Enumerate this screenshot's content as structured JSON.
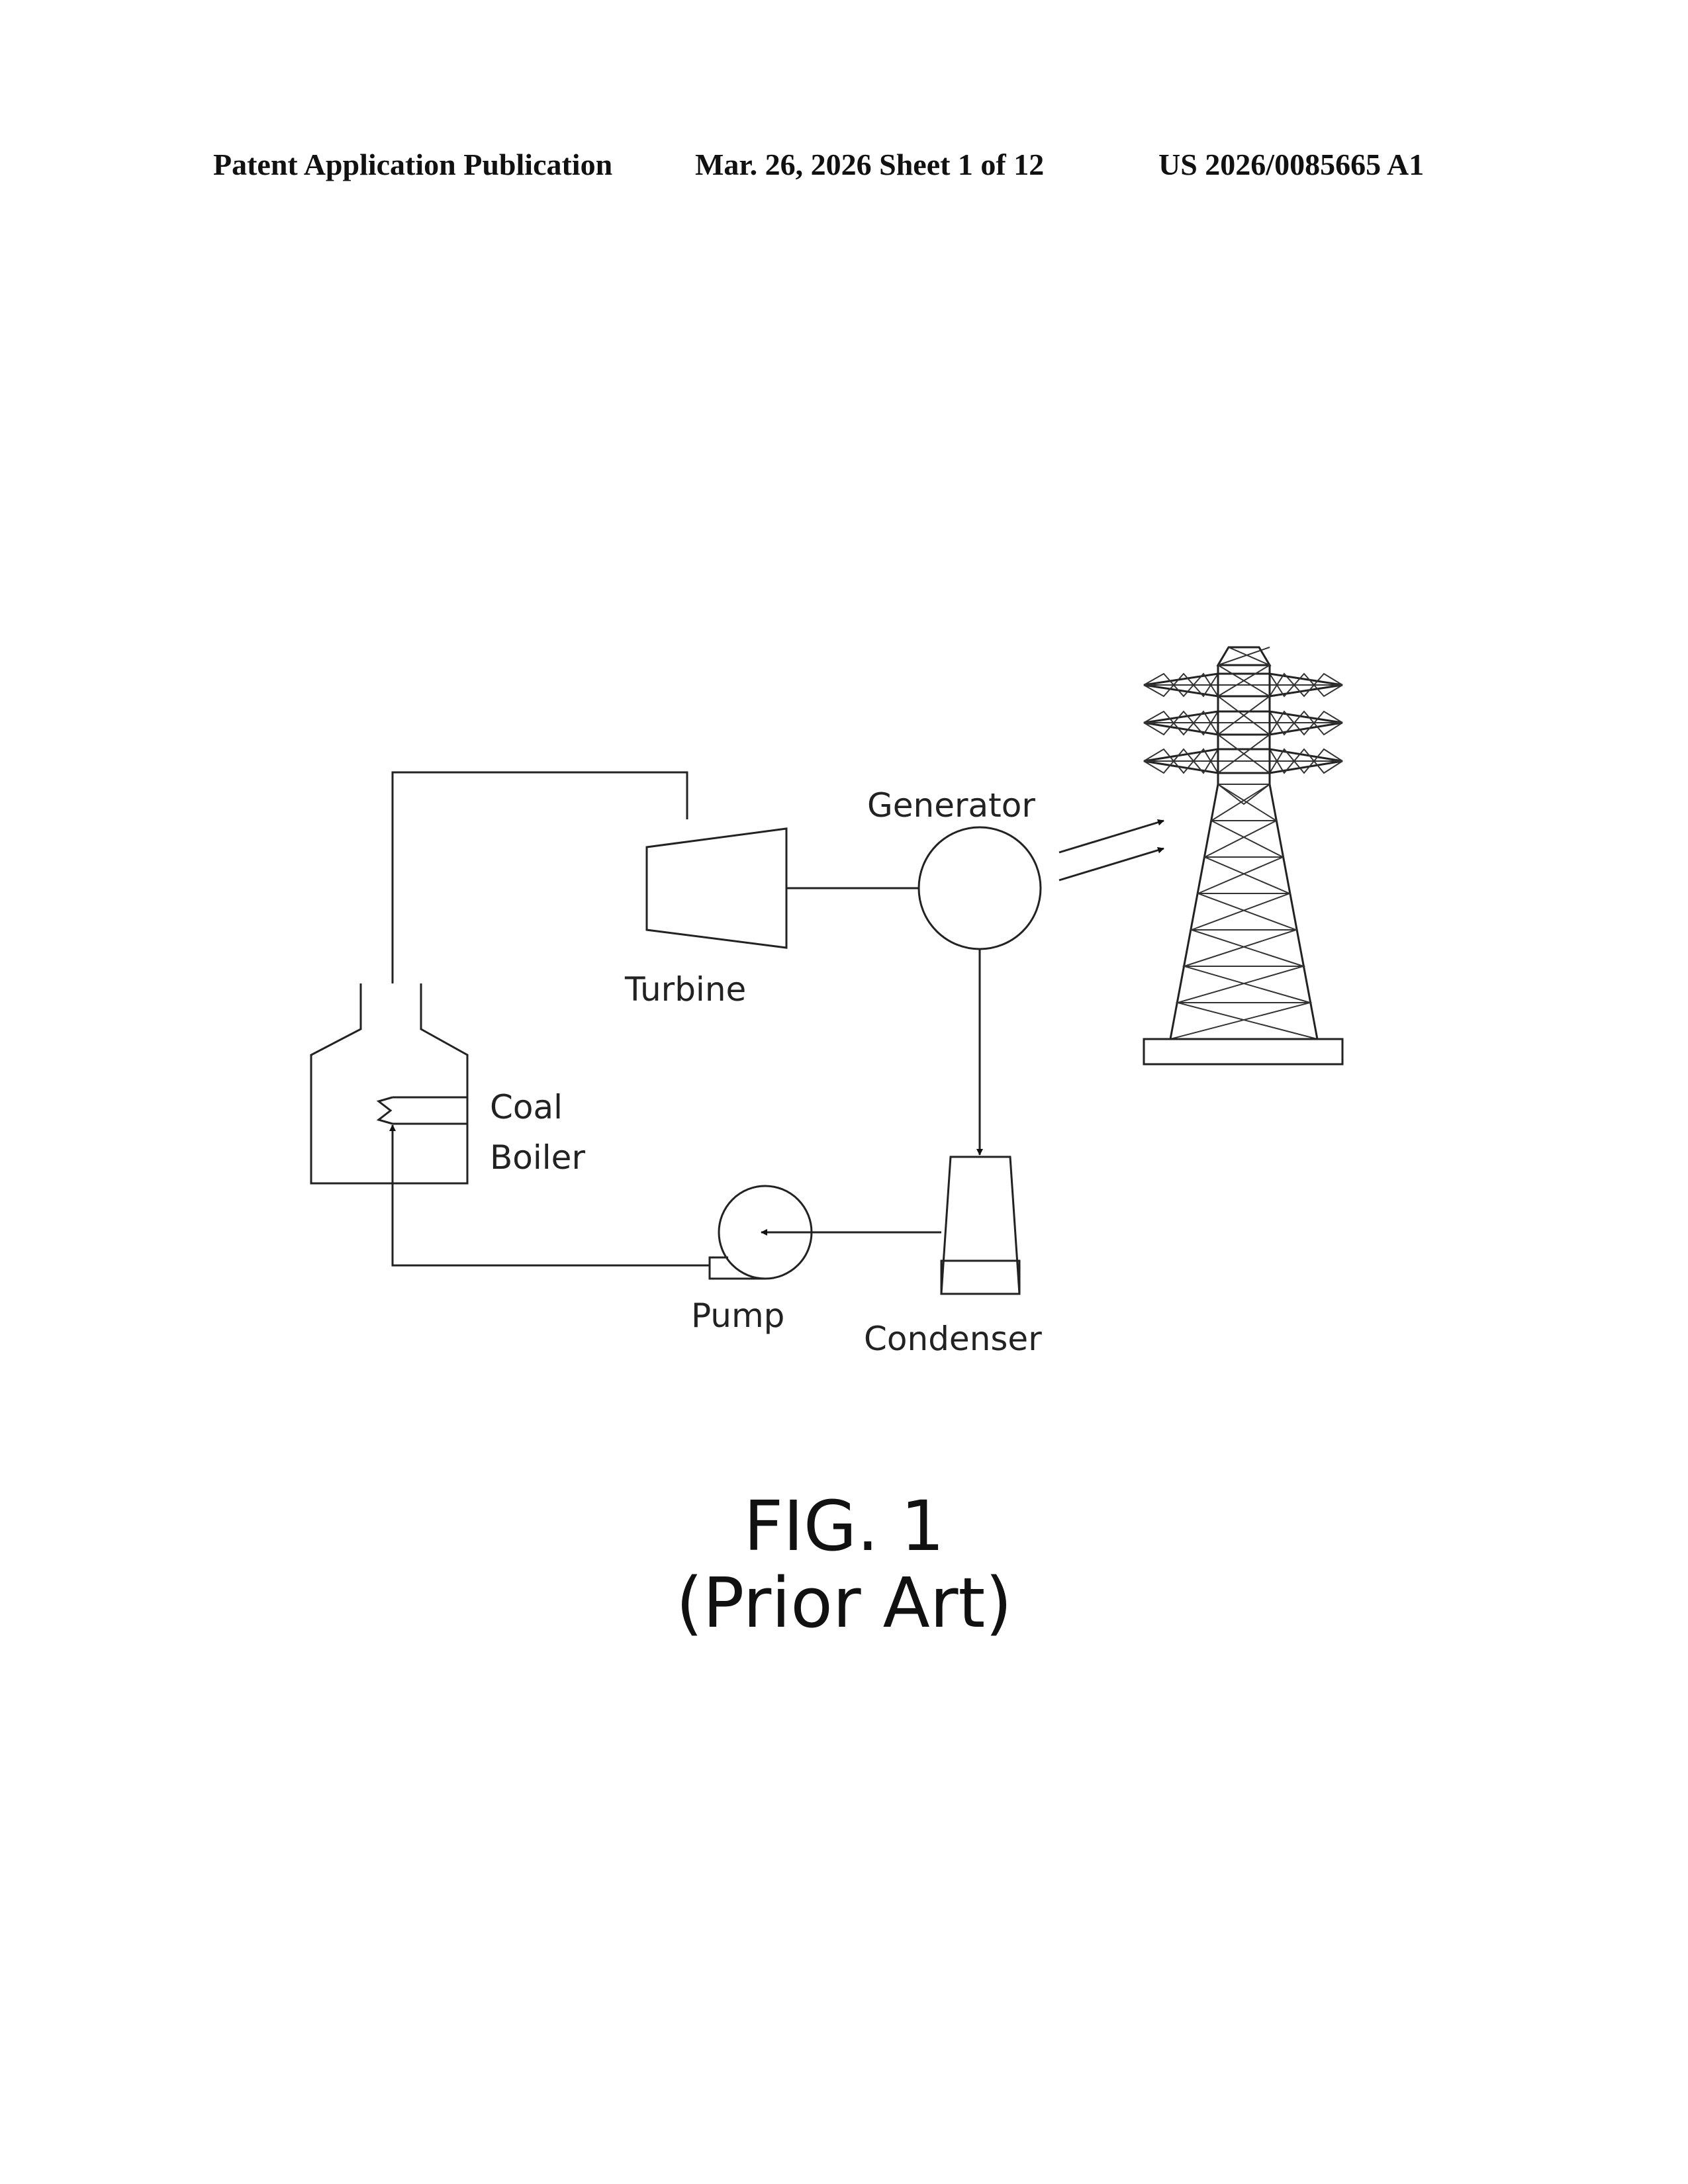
{
  "header": {
    "left": "Patent Application Publication",
    "middle": "Mar. 26, 2026  Sheet 1 of 12",
    "right": "US 2026/0085665 A1"
  },
  "labels": {
    "generator": "Generator",
    "turbine": "Turbine",
    "coal": "Coal",
    "boiler": "Boiler",
    "pump": "Pump",
    "condenser": "Condenser"
  },
  "figure": {
    "title": "FIG. 1",
    "subtitle": "(Prior Art)"
  }
}
